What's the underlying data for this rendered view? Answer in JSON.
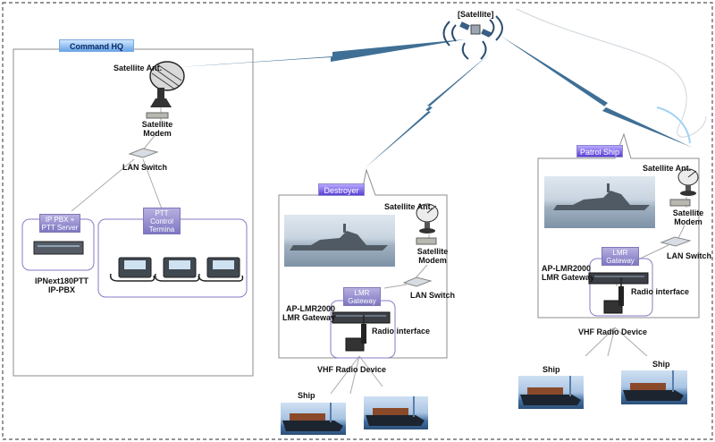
{
  "satellite": {
    "label": "[Satellite]"
  },
  "hq": {
    "title": "Command HQ",
    "sat_ant": "Satellite Ant.",
    "sat_modem": [
      "Satellite",
      "Modem"
    ],
    "lan_switch": "LAN Switch",
    "ippbx_tag": [
      "IP PBX +",
      "PTT Server"
    ],
    "ptt_tag": [
      "PTT",
      "Control",
      "Termina"
    ],
    "pbx_caption": [
      "IPNext180PTT",
      "IP-PBX"
    ]
  },
  "destroyer": {
    "title": "Destroyer",
    "sat_ant": "Satellite Ant.",
    "sat_modem": [
      "Satellite",
      "Modem"
    ],
    "lan_switch": "LAN Switch",
    "gw_tag": [
      "LMR",
      "Gateway"
    ],
    "gw_label": [
      "AP-LMR2000",
      "LMR Gateway"
    ],
    "radio_if": "Radio interface",
    "vhf": "VHF Radio Device",
    "ship": "Ship"
  },
  "patrol": {
    "title": "Patrol Ship",
    "sat_ant": "Satellite Ant.",
    "sat_modem": [
      "Satellite",
      "Modem"
    ],
    "lan_switch": "LAN Switch",
    "gw_tag": [
      "LMR",
      "Gateway"
    ],
    "gw_label": [
      "AP-LMR2000",
      "LMR Gateway"
    ],
    "radio_if": "Radio interface",
    "vhf": "VHF Radio Device",
    "ship_1": "Ship",
    "ship_2": "Ship"
  },
  "colors": {
    "link": "#3f6f95",
    "frame": "#8d8d8d",
    "group": "#8a7ac4",
    "tag": "#5a3fd6"
  }
}
